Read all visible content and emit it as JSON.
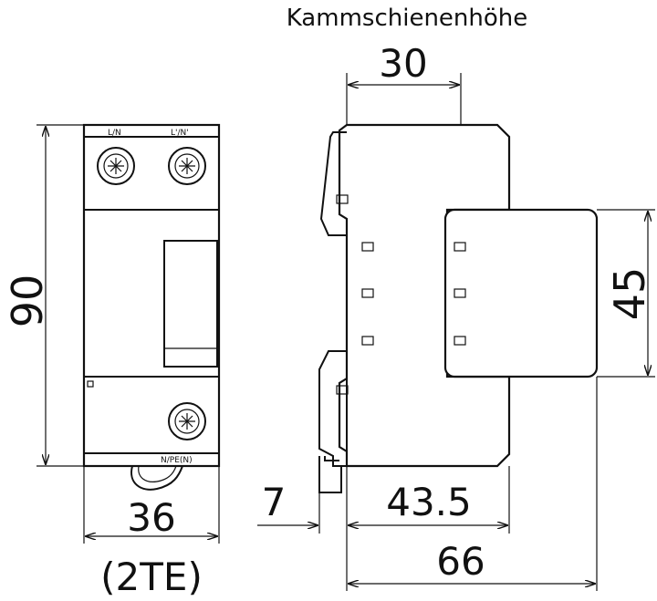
{
  "drawing": {
    "header_label": "Kammschienenhöhe",
    "dimensions": {
      "busbar_height": "30",
      "total_height": "90",
      "module_height": "45",
      "width": "36",
      "width_units": "(2TE)",
      "rail_offset": "7",
      "depth_front": "43.5",
      "depth_total": "66"
    },
    "terminals": {
      "top_left": "L/N",
      "top_right": "L'/N'",
      "bottom": "N/PE(N)"
    }
  }
}
